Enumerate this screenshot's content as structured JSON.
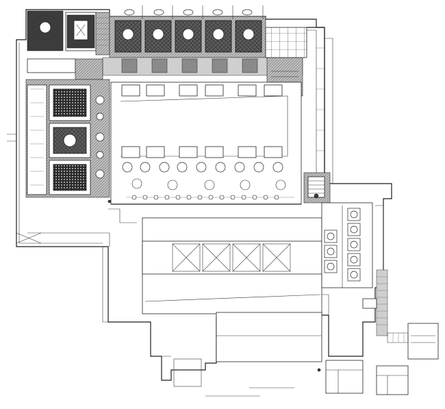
{
  "drawing": {
    "type": "architectural floor plan",
    "text_labels": [],
    "regions": [
      {
        "id": "vip-rooms-row",
        "count": 5
      },
      {
        "id": "banquet-halls-west",
        "count": 3
      },
      {
        "id": "ceremony-rooms-nw",
        "count": 2
      },
      {
        "id": "dining-hall-round-tables",
        "count": 14
      },
      {
        "id": "kitchen-block",
        "count": 1
      },
      {
        "id": "east-private-dining",
        "count": 10
      },
      {
        "id": "stair-cores",
        "count": 3
      }
    ],
    "colors": {
      "line": "#1a1a1a",
      "fill_dark": "#3c3c3c",
      "fill_mid": "#8a8a8a",
      "fill_light": "#cfcfcf",
      "background": "#ffffff"
    }
  }
}
